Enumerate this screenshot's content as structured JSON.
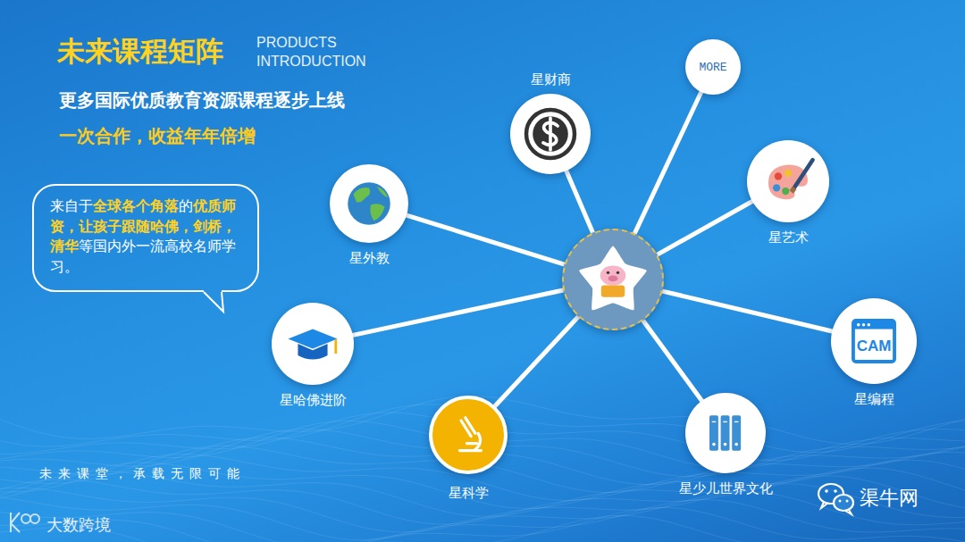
{
  "diagram": {
    "title": "未来课程矩阵",
    "nodes": [
      {
        "text": [
          "来自于",
          "全球各个角落",
          "的",
          "优质师资，让孩子跟随哈佛，剑桥，清华",
          "等国内外一流高校名师学习。"
        ]
      },
      {
        "text": []
      },
      {
        "text": [
          "星财商"
        ]
      },
      {
        "text": [
          "MORE"
        ]
      },
      {
        "text": [
          "星外教"
        ]
      },
      {
        "text": [
          "星艺术"
        ]
      },
      {
        "text": [
          "星哈佛进阶"
        ]
      },
      {
        "text": [
          "CAM",
          "星编程"
        ]
      },
      {
        "text": [
          "星科学"
        ]
      },
      {
        "text": [
          "星少儿世界文化"
        ]
      }
    ],
    "edges": [
      {
        "from": 1,
        "to": 2,
        "arrow": "none"
      },
      {
        "from": 1,
        "to": 3,
        "arrow": "none"
      },
      {
        "from": 1,
        "to": 4,
        "arrow": "none"
      },
      {
        "from": 1,
        "to": 5,
        "arrow": "none"
      },
      {
        "from": 1,
        "to": 6,
        "arrow": "none"
      },
      {
        "from": 1,
        "to": 7,
        "arrow": "none"
      },
      {
        "from": 1,
        "to": 8,
        "arrow": "none"
      },
      {
        "from": 1,
        "to": 9,
        "arrow": "none"
      }
    ],
    "labels": [
      "PRODUCTS INTRODUCTION",
      "更多国际优质教育资源课程逐步上线",
      "一次合作，收益年年倍增",
      "未来课堂，承载无限可能",
      "大数跨境",
      "渠牛网"
    ]
  }
}
